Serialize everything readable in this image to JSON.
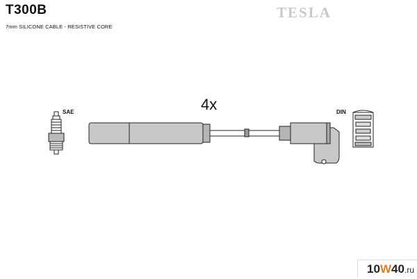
{
  "product": {
    "part_number": "T300B",
    "cable_description": "7mm SILICONE CABLE - RESISTIVE CORE",
    "brand": "TESLA",
    "quantity": "4x"
  },
  "connectors": {
    "spark_plug_end": "SAE",
    "distributor_end": "DIN"
  },
  "watermark": {
    "text": "10W40.ru",
    "colors": {
      "main": "#222222",
      "accent": "#e37c1a"
    }
  }
}
